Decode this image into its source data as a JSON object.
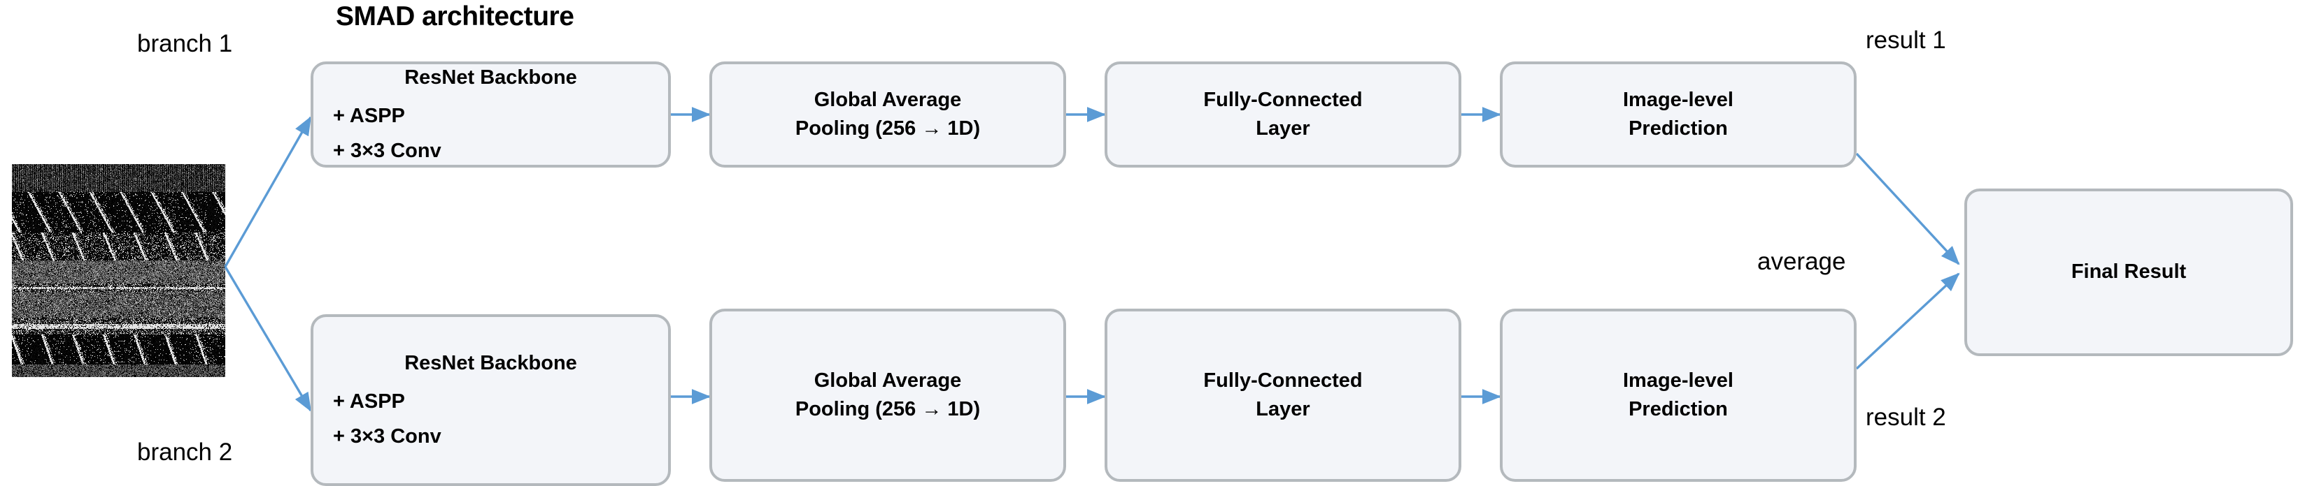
{
  "diagram": {
    "title": "SMAD architecture",
    "accent_arrow_color": "#5b9bd5",
    "box_fill_color": "#f3f5f9",
    "box_border_color": "#b4b9bd",
    "text_color": "#000000"
  },
  "labels": {
    "branch1": "branch 1",
    "branch2": "branch 2",
    "result1": "result 1",
    "result2": "result 2",
    "average": "average"
  },
  "input": {
    "alt": "sonar-waterfall-input-image"
  },
  "branch1_boxes": [
    {
      "name": "resnet-backbone",
      "title": "ResNet Backbone",
      "item1": "+ ASPP",
      "item2": "+ 3×3 Conv"
    },
    {
      "name": "global-average-pooling",
      "line1": "Global Average",
      "line2": "Pooling (256 → 1D)"
    },
    {
      "name": "fully-connected-layer",
      "line1": "Fully-Connected",
      "line2": "Layer"
    },
    {
      "name": "image-level-prediction",
      "line1": "Image-level",
      "line2": "Prediction"
    }
  ],
  "branch2_boxes": [
    {
      "name": "resnet-backbone",
      "title": "ResNet Backbone",
      "item1": "+ ASPP",
      "item2": "+ 3×3 Conv"
    },
    {
      "name": "global-average-pooling",
      "line1": "Global Average",
      "line2": "Pooling (256 → 1D)"
    },
    {
      "name": "fully-connected-layer",
      "line1": "Fully-Connected",
      "line2": "Layer"
    },
    {
      "name": "image-level-prediction",
      "line1": "Image-level",
      "line2": "Prediction"
    }
  ],
  "final": {
    "label": "Final Result"
  }
}
